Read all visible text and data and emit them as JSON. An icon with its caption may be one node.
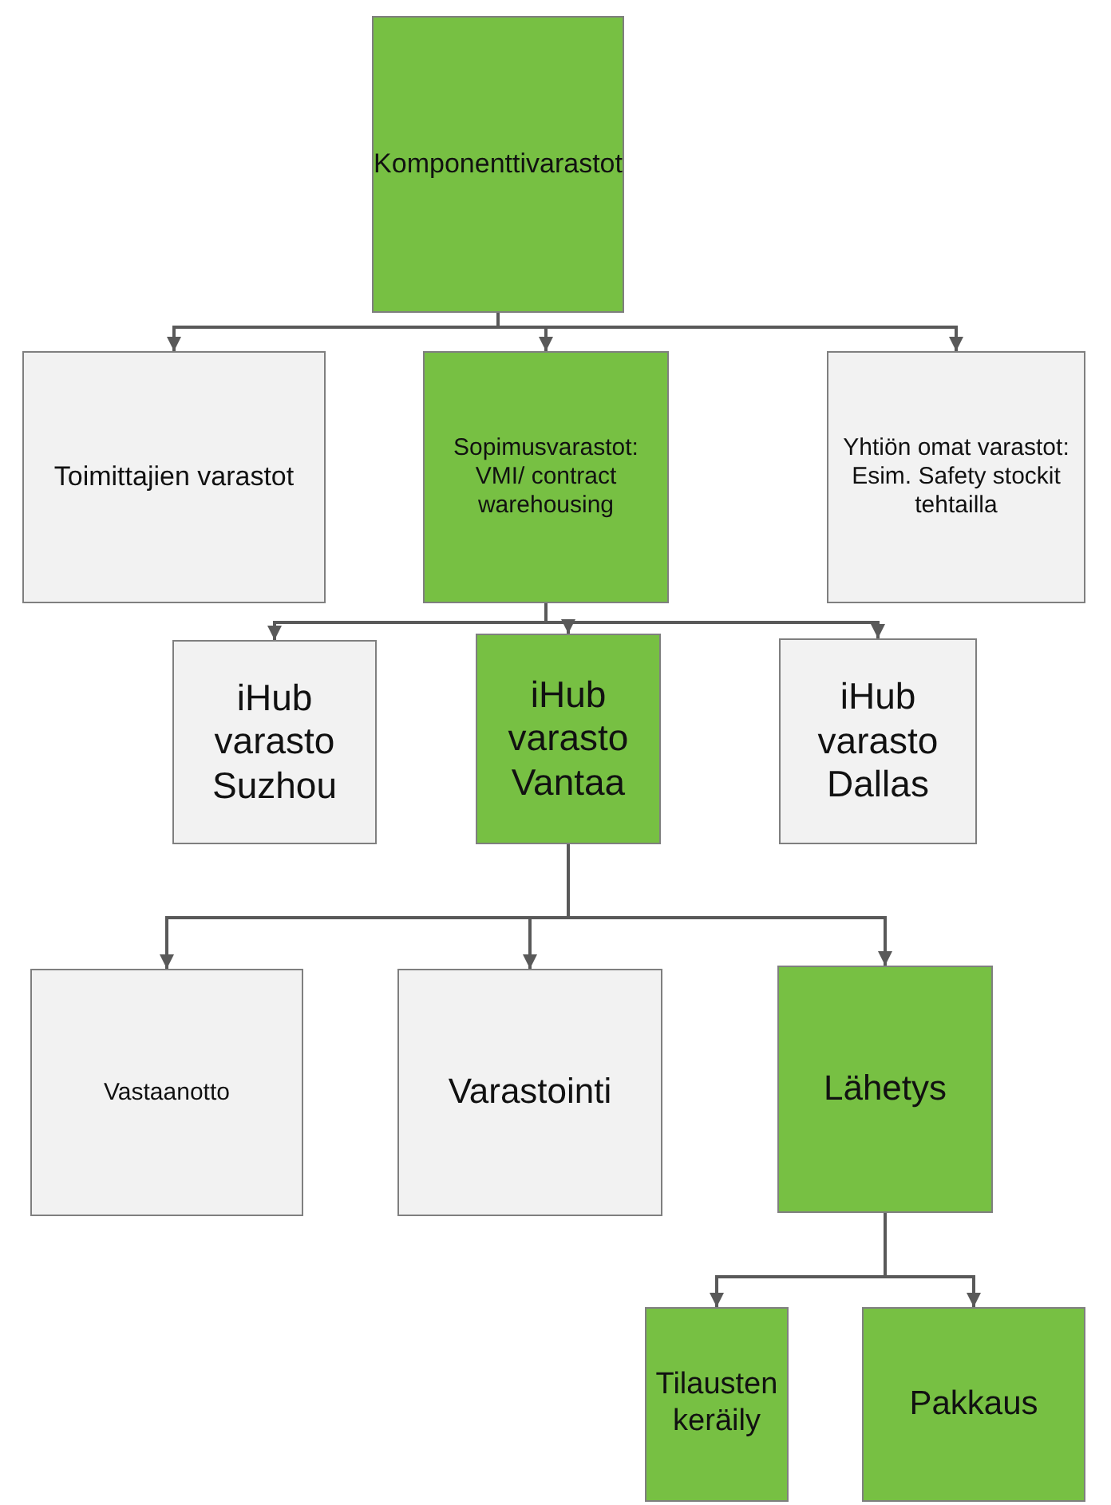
{
  "diagram": {
    "nodes": [
      {
        "text": [
          "Komponenttivarastot"
        ]
      },
      {
        "text": [
          "Toimittajien varastot"
        ]
      },
      {
        "text": [
          "Sopimusvarastot: VMI/ contract warehousing"
        ]
      },
      {
        "text": [
          "Yhtiön omat varastot: Esim. Safety stockit tehtailla"
        ]
      },
      {
        "text": [
          "iHub varasto Suzhou"
        ]
      },
      {
        "text": [
          "iHub varasto Vantaa"
        ]
      },
      {
        "text": [
          "iHub varasto Dallas"
        ]
      },
      {
        "text": [
          "Vastaanotto"
        ]
      },
      {
        "text": [
          "Varastointi"
        ]
      },
      {
        "text": [
          "Lähetys"
        ]
      },
      {
        "text": [
          "Tilausten keräily"
        ]
      },
      {
        "text": [
          "Pakkaus"
        ]
      }
    ],
    "edges": [
      {
        "from": 0,
        "to": 1,
        "arrow": "to"
      },
      {
        "from": 0,
        "to": 2,
        "arrow": "to"
      },
      {
        "from": 0,
        "to": 3,
        "arrow": "to"
      },
      {
        "from": 2,
        "to": 4,
        "arrow": "to"
      },
      {
        "from": 2,
        "to": 5,
        "arrow": "to"
      },
      {
        "from": 2,
        "to": 6,
        "arrow": "to"
      },
      {
        "from": 5,
        "to": 7,
        "arrow": "to"
      },
      {
        "from": 5,
        "to": 8,
        "arrow": "to"
      },
      {
        "from": 5,
        "to": 9,
        "arrow": "to"
      },
      {
        "from": 9,
        "to": 10,
        "arrow": "to"
      },
      {
        "from": 9,
        "to": 11,
        "arrow": "to"
      }
    ]
  }
}
